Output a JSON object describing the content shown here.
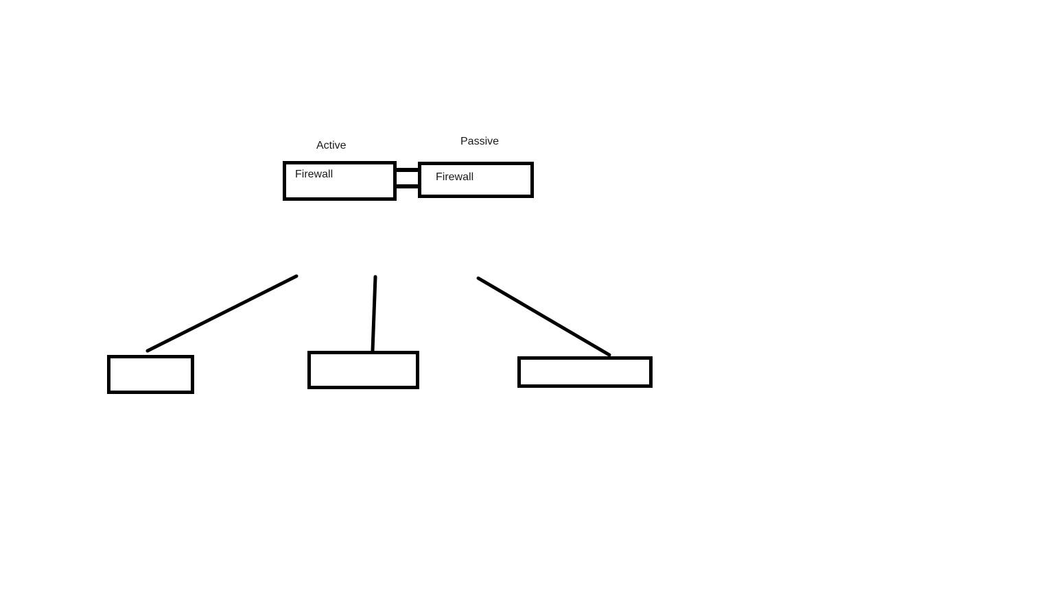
{
  "diagram": {
    "background": "#ffffff",
    "stroke_color": "#000000",
    "text_color": "#1a1a1a",
    "firewalls": {
      "active": {
        "caption": "Active",
        "label": "Firewall"
      },
      "passive": {
        "caption": "Passive",
        "label": "Firewall"
      }
    },
    "bottom_boxes": [
      {
        "label": ""
      },
      {
        "label": ""
      },
      {
        "label": ""
      }
    ]
  }
}
